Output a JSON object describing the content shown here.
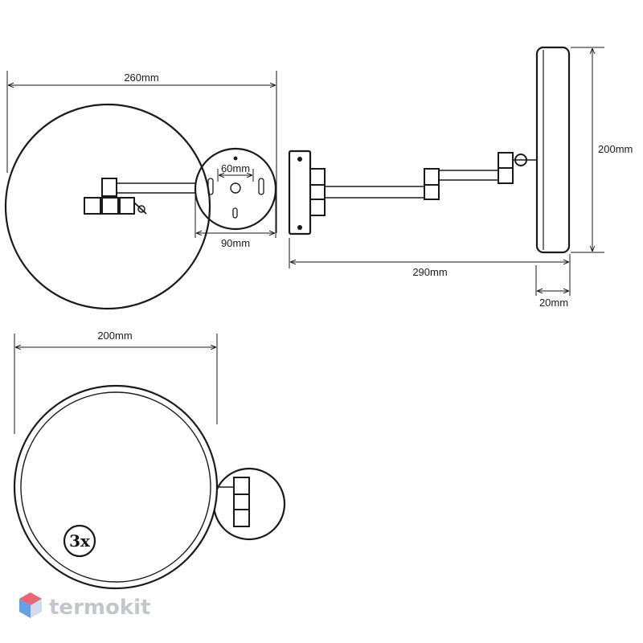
{
  "dimensions": {
    "top_width": "260mm",
    "plate_center_spacing": "60mm",
    "plate_diameter": "90mm",
    "extension": "290mm",
    "mirror_height": "200mm",
    "mirror_depth": "20mm",
    "front_diameter": "200mm"
  },
  "magnification_badge": "3x",
  "watermark": {
    "text": "termokit",
    "logo_colors": [
      "#e94b5d",
      "#4a90e2",
      "#c9d5ee"
    ]
  },
  "colors": {
    "line": "#1a1a1a",
    "background": "#ffffff"
  }
}
